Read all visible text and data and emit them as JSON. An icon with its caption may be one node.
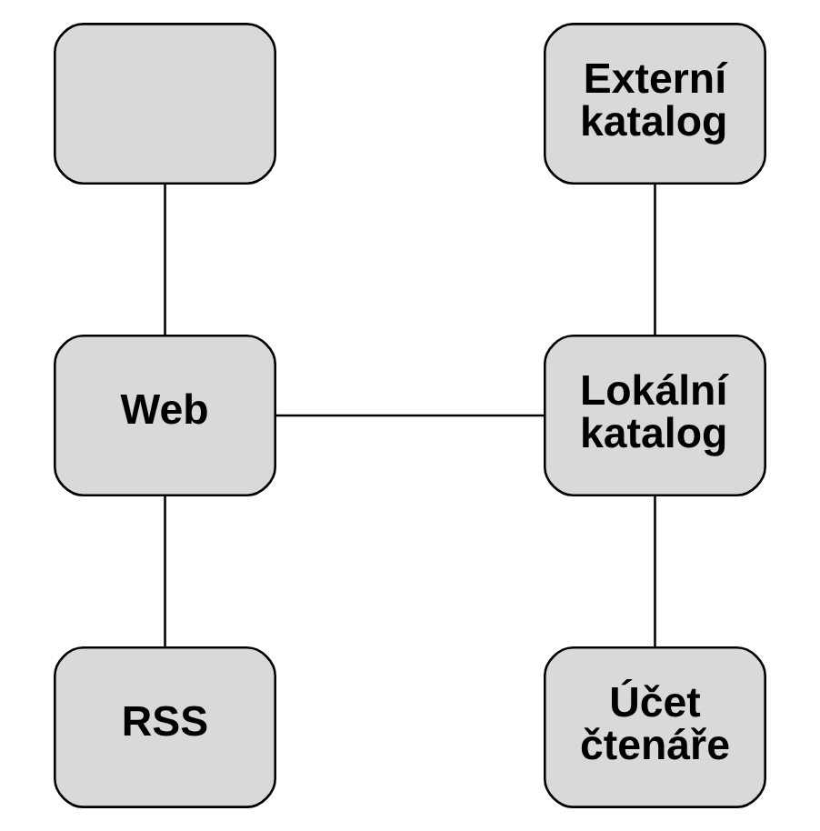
{
  "diagram": {
    "nodes": [
      {
        "text": [],
        "shape": "box"
      },
      {
        "text": [
          "Externí katalog"
        ]
      },
      {
        "text": [
          "Web"
        ]
      },
      {
        "text": [
          "Lokální katalog"
        ]
      },
      {
        "text": [
          "RSS"
        ]
      },
      {
        "text": [
          "Účet čtenáře"
        ]
      }
    ],
    "edges": [
      {
        "from": 0,
        "to": 2,
        "arrow": "none"
      },
      {
        "from": 1,
        "to": 3,
        "arrow": "none"
      },
      {
        "from": 2,
        "to": 3,
        "arrow": "none"
      },
      {
        "from": 2,
        "to": 4,
        "arrow": "none"
      },
      {
        "from": 3,
        "to": 5,
        "arrow": "none"
      }
    ]
  }
}
